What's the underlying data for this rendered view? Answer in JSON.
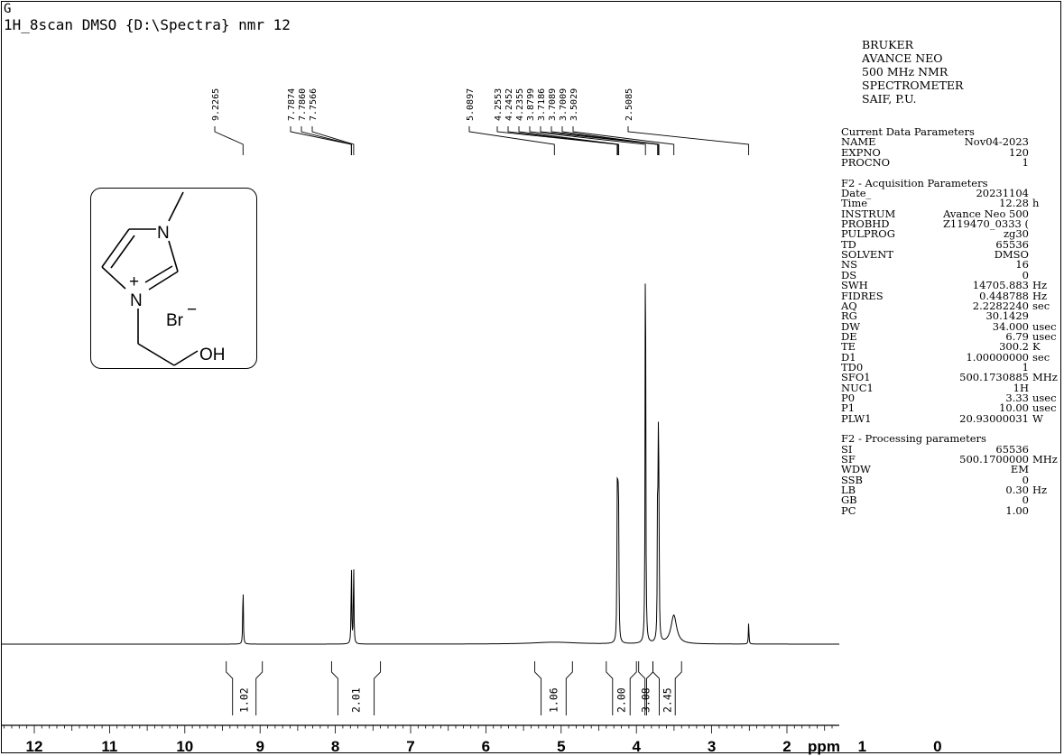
{
  "header": {
    "letter": "G",
    "title": "1H_8scan DMSO {D:\\Spectra} nmr 12"
  },
  "vendor_block": [
    "BRUKER",
    "AVANCE NEO",
    "500 MHz NMR",
    "SPECTROMETER",
    "SAIF, P.U."
  ],
  "parameters": {
    "current": {
      "title": "Current Data Parameters",
      "rows": [
        {
          "name": "NAME",
          "value": "Nov04-2023",
          "unit": ""
        },
        {
          "name": "EXPNO",
          "value": "120",
          "unit": ""
        },
        {
          "name": "PROCNO",
          "value": "1",
          "unit": ""
        }
      ]
    },
    "acquisition": {
      "title": "F2 - Acquisition Parameters",
      "rows": [
        {
          "name": "Date_",
          "value": "20231104",
          "unit": ""
        },
        {
          "name": "Time",
          "value": "12.28",
          "unit": "h"
        },
        {
          "name": "INSTRUM",
          "value": "Avance Neo 500",
          "unit": ""
        },
        {
          "name": "PROBHD",
          "value": "Z119470_0333 (",
          "unit": ""
        },
        {
          "name": "PULPROG",
          "value": "zg30",
          "unit": ""
        },
        {
          "name": "TD",
          "value": "65536",
          "unit": ""
        },
        {
          "name": "SOLVENT",
          "value": "DMSO",
          "unit": ""
        },
        {
          "name": "NS",
          "value": "16",
          "unit": ""
        },
        {
          "name": "DS",
          "value": "0",
          "unit": ""
        },
        {
          "name": "SWH",
          "value": "14705.883",
          "unit": "Hz"
        },
        {
          "name": "FIDRES",
          "value": "0.448788",
          "unit": "Hz"
        },
        {
          "name": "AQ",
          "value": "2.2282240",
          "unit": "sec"
        },
        {
          "name": "RG",
          "value": "30.1429",
          "unit": ""
        },
        {
          "name": "DW",
          "value": "34.000",
          "unit": "usec"
        },
        {
          "name": "DE",
          "value": "6.79",
          "unit": "usec"
        },
        {
          "name": "TE",
          "value": "300.2",
          "unit": "K"
        },
        {
          "name": "D1",
          "value": "1.00000000",
          "unit": "sec"
        },
        {
          "name": "TD0",
          "value": "1",
          "unit": ""
        },
        {
          "name": "SFO1",
          "value": "500.1730885",
          "unit": "MHz"
        },
        {
          "name": "NUC1",
          "value": "1H",
          "unit": ""
        },
        {
          "name": "P0",
          "value": "3.33",
          "unit": "usec"
        },
        {
          "name": "P1",
          "value": "10.00",
          "unit": "usec"
        },
        {
          "name": "PLW1",
          "value": "20.93000031",
          "unit": "W"
        }
      ]
    },
    "processing": {
      "title": "F2 - Processing parameters",
      "rows": [
        {
          "name": "SI",
          "value": "65536",
          "unit": ""
        },
        {
          "name": "SF",
          "value": "500.1700000",
          "unit": "MHz"
        },
        {
          "name": "WDW",
          "value": "EM",
          "unit": ""
        },
        {
          "name": "SSB",
          "value": "0",
          "unit": ""
        },
        {
          "name": "LB",
          "value": "0.30",
          "unit": "Hz"
        },
        {
          "name": "GB",
          "value": "0",
          "unit": ""
        },
        {
          "name": "PC",
          "value": "1.00",
          "unit": ""
        }
      ]
    }
  },
  "structure": {
    "atom_n1": "N",
    "atom_n3": "N",
    "charge_plus": "+",
    "counter_ion": "Br",
    "charge_minus": "−",
    "hydroxyl": "OH"
  },
  "chart_data": {
    "type": "line",
    "x_unit": "ppm",
    "x_reversed": true,
    "xlim": [
      12.8,
      -0.6
    ],
    "ticks_major": [
      12,
      11,
      10,
      9,
      8,
      7,
      6,
      5,
      4,
      3,
      2,
      1,
      0
    ],
    "tick_labels": [
      "12",
      "11",
      "10",
      "9",
      "8",
      "7",
      "6",
      "5",
      "4",
      "3",
      "2",
      "1",
      "0"
    ],
    "peak_labels": [
      "9.2265",
      "7.7874",
      "7.7860",
      "7.7566",
      "5.0897",
      "4.2553",
      "4.2452",
      "4.2355",
      "3.8799",
      "3.7186",
      "3.7089",
      "3.7009",
      "3.5029",
      "2.5085"
    ],
    "peaks": [
      {
        "ppm": 9.2265,
        "height": 0.13
      },
      {
        "ppm": 7.787,
        "height": 0.17
      },
      {
        "ppm": 7.757,
        "height": 0.172
      },
      {
        "ppm": 5.0897,
        "height": 0.004
      },
      {
        "ppm": 4.2553,
        "height": 0.28
      },
      {
        "ppm": 4.2452,
        "height": 0.345
      },
      {
        "ppm": 4.2355,
        "height": 0.22
      },
      {
        "ppm": 3.8799,
        "height": 1.0
      },
      {
        "ppm": 3.7186,
        "height": 0.3
      },
      {
        "ppm": 3.7089,
        "height": 0.34
      },
      {
        "ppm": 3.7009,
        "height": 0.28
      },
      {
        "ppm": 3.5029,
        "height": 0.06
      },
      {
        "ppm": 2.5085,
        "height": 0.045
      }
    ],
    "integrals": [
      {
        "label": "1.02",
        "from": 9.45,
        "to": 8.97
      },
      {
        "label": "2.01",
        "from": 8.05,
        "to": 7.4
      },
      {
        "label": "1.06",
        "from": 5.35,
        "to": 4.85
      },
      {
        "label": "2.00",
        "from": 4.4,
        "to": 4.0
      },
      {
        "label": "3.08",
        "from": 3.97,
        "to": 3.78
      },
      {
        "label": "2.45",
        "from": 3.78,
        "to": 3.4
      }
    ]
  }
}
